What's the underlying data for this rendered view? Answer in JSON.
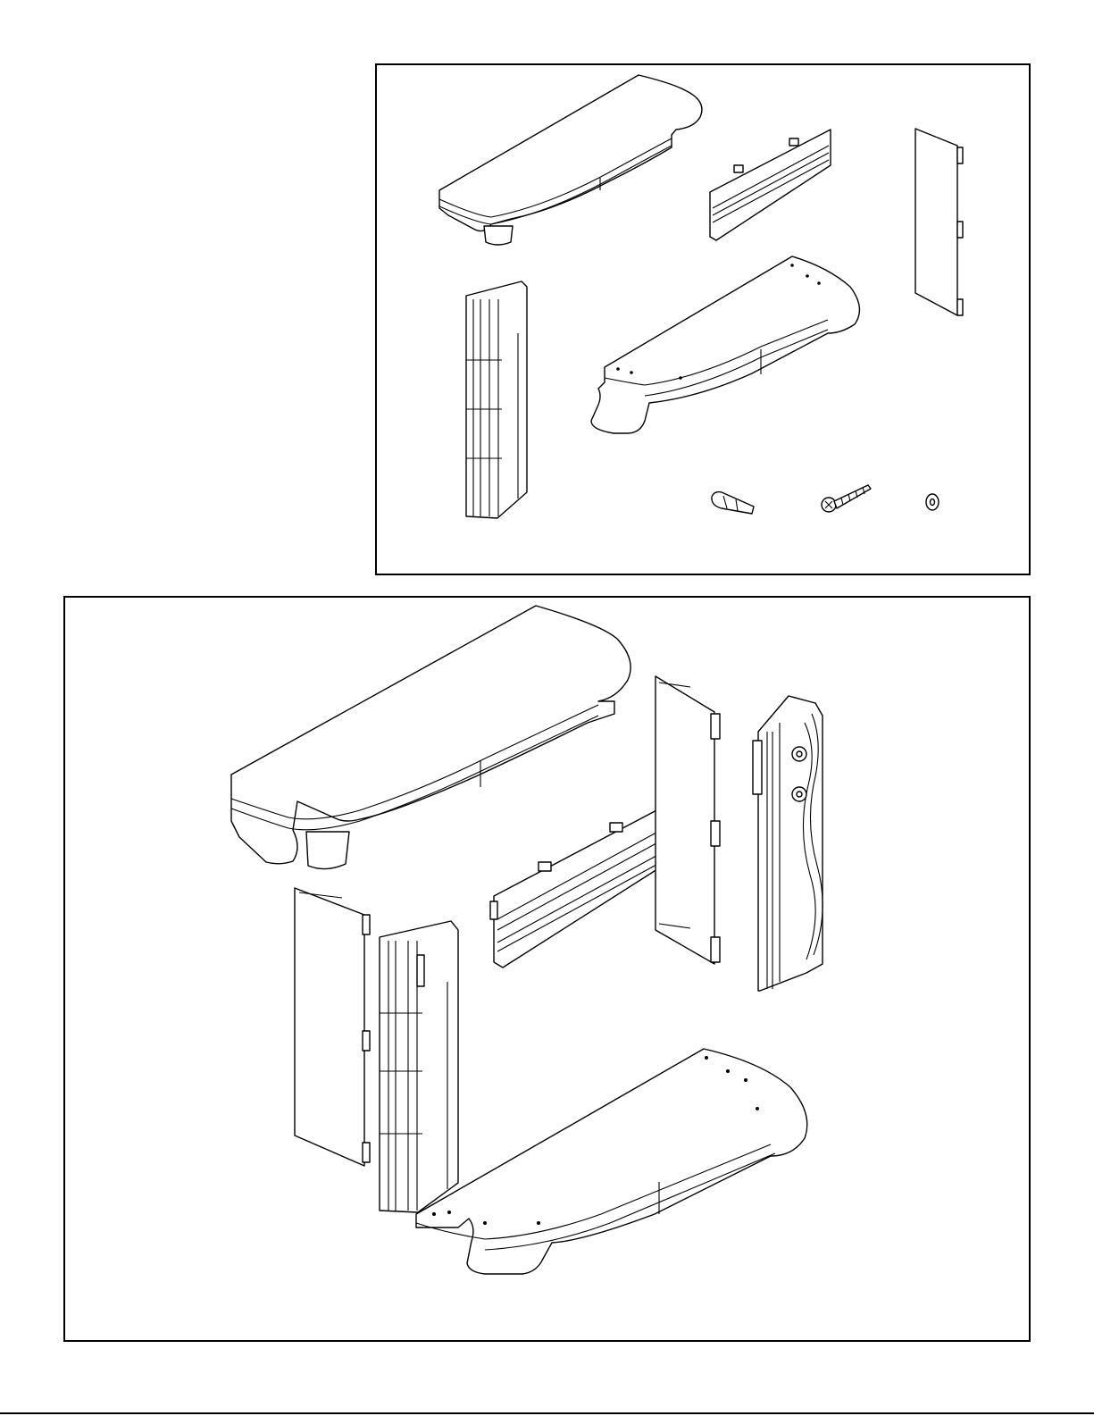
{
  "figures": [
    {
      "id": "parts-overview",
      "items": [
        "mantel-top-shelf",
        "back-rail",
        "side-panel",
        "leg-column",
        "base-plinth",
        "wall-anchor",
        "screw",
        "washer"
      ]
    },
    {
      "id": "exploded-assembly",
      "items": [
        "mantel-top-shelf",
        "back-rail",
        "side-panel-right",
        "scroll-leg",
        "side-panel-left",
        "leg-column",
        "base-plinth"
      ]
    }
  ],
  "colors": {
    "line": "#000000",
    "background": "#ffffff"
  }
}
